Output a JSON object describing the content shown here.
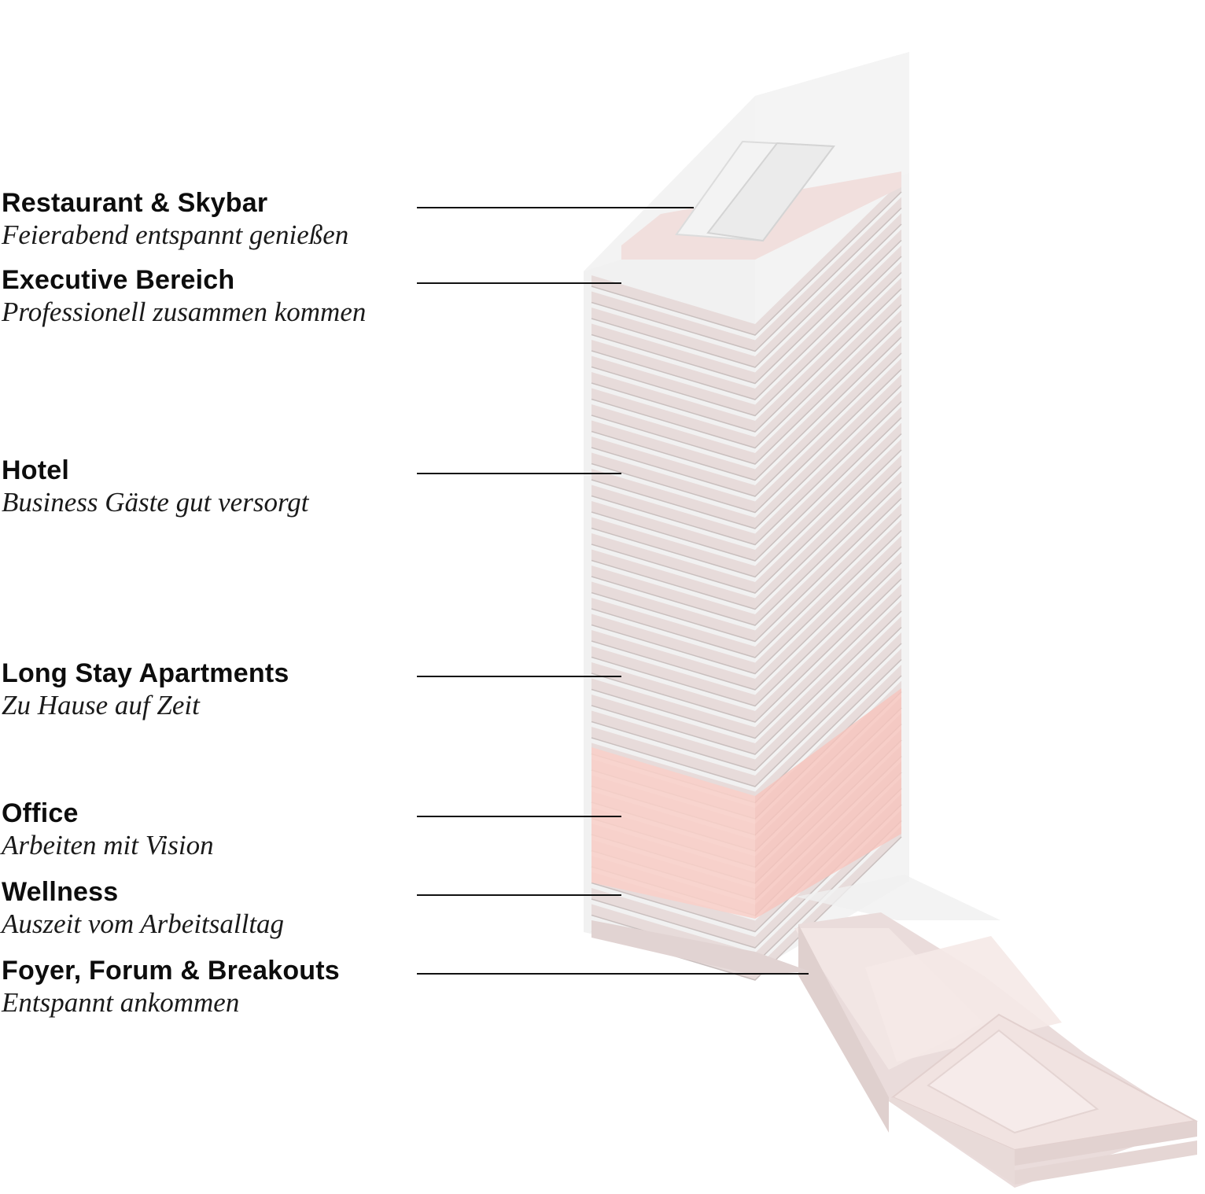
{
  "sections": [
    {
      "id": "restaurant",
      "title": "Restaurant & Skybar",
      "subtitle": "Feierabend entspannt genießen"
    },
    {
      "id": "executive",
      "title": "Executive Bereich",
      "subtitle": "Professionell zusammen kommen"
    },
    {
      "id": "hotel",
      "title": "Hotel",
      "subtitle": "Business Gäste gut versorgt"
    },
    {
      "id": "longstay",
      "title": "Long Stay Apartments",
      "subtitle": "Zu Hause auf Zeit"
    },
    {
      "id": "office",
      "title": "Office",
      "subtitle": "Arbeiten mit Vision"
    },
    {
      "id": "wellness",
      "title": "Wellness",
      "subtitle": "Auszeit vom Arbeitsalltag"
    },
    {
      "id": "foyer",
      "title": "Foyer, Forum & Breakouts",
      "subtitle": "Entspannt ankommen"
    }
  ],
  "colors": {
    "text": "#0d0d0d",
    "leader_line": "#111111",
    "floor_slab": "#e6d9d8",
    "glass": "#ececec",
    "office_highlight": "#f9cfc8"
  }
}
